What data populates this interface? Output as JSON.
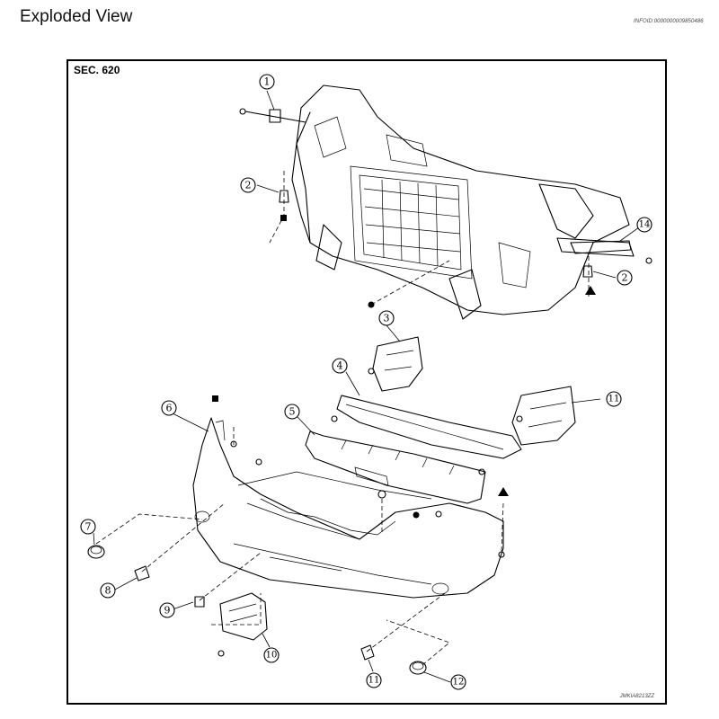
{
  "header": {
    "title": "Exploded View",
    "info_id": "INFOID:0000000009850486"
  },
  "diagram": {
    "section": "SEC. 620",
    "figure_code": "JMKIA8213ZZ",
    "callouts": [
      {
        "id": "1",
        "label": "1"
      },
      {
        "id": "2a",
        "label": "2"
      },
      {
        "id": "2b",
        "label": "2"
      },
      {
        "id": "3",
        "label": "3"
      },
      {
        "id": "4",
        "label": "4"
      },
      {
        "id": "5",
        "label": "5"
      },
      {
        "id": "6",
        "label": "6"
      },
      {
        "id": "7",
        "label": "7"
      },
      {
        "id": "8",
        "label": "8"
      },
      {
        "id": "9",
        "label": "9"
      },
      {
        "id": "10",
        "label": "10"
      },
      {
        "id": "11a",
        "label": "11"
      },
      {
        "id": "11b",
        "label": "11"
      },
      {
        "id": "12",
        "label": "12"
      },
      {
        "id": "14",
        "label": "14"
      }
    ]
  }
}
